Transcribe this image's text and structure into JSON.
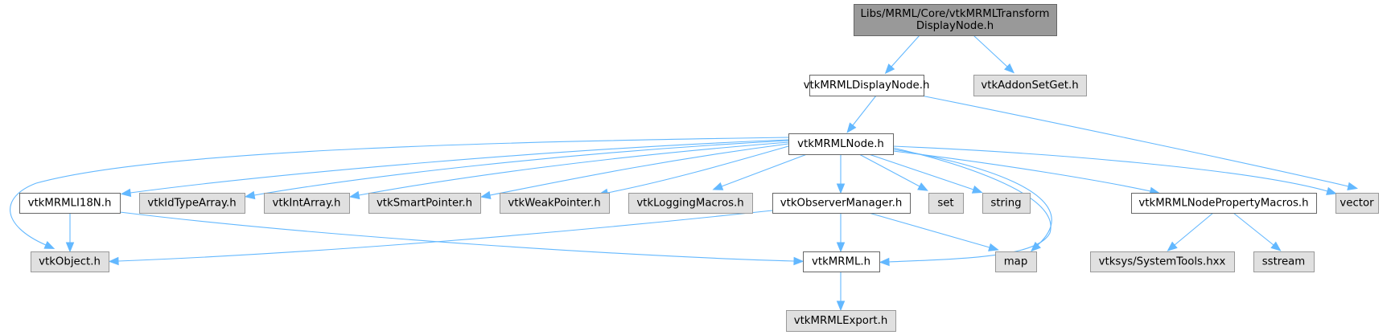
{
  "diagram": {
    "type": "include-dependency-graph",
    "colors": {
      "root_fill": "#999999",
      "root_stroke": "#666666",
      "documented_fill": "#ffffff",
      "documented_stroke": "#666666",
      "external_fill": "#e0e0e0",
      "external_stroke": "#999999",
      "edge": "#63b8ff"
    },
    "nodes": [
      {
        "id": "root",
        "lines": [
          "Libs/MRML/Core/vtkMRMLTransform",
          "DisplayNode.h"
        ],
        "kind": "root"
      },
      {
        "id": "displaynode",
        "lines": [
          "vtkMRMLDisplayNode.h"
        ],
        "kind": "documented"
      },
      {
        "id": "addonsetget",
        "lines": [
          "vtkAddonSetGet.h"
        ],
        "kind": "external"
      },
      {
        "id": "mrmlnode",
        "lines": [
          "vtkMRMLNode.h"
        ],
        "kind": "documented"
      },
      {
        "id": "i18n",
        "lines": [
          "vtkMRMLI18N.h"
        ],
        "kind": "documented"
      },
      {
        "id": "idtypearray",
        "lines": [
          "vtkIdTypeArray.h"
        ],
        "kind": "external"
      },
      {
        "id": "intarray",
        "lines": [
          "vtkIntArray.h"
        ],
        "kind": "external"
      },
      {
        "id": "smartpointer",
        "lines": [
          "vtkSmartPointer.h"
        ],
        "kind": "external"
      },
      {
        "id": "weakpointer",
        "lines": [
          "vtkWeakPointer.h"
        ],
        "kind": "external"
      },
      {
        "id": "loggingmacros",
        "lines": [
          "vtkLoggingMacros.h"
        ],
        "kind": "external"
      },
      {
        "id": "observermanager",
        "lines": [
          "vtkObserverManager.h"
        ],
        "kind": "documented"
      },
      {
        "id": "set",
        "lines": [
          "set"
        ],
        "kind": "external"
      },
      {
        "id": "string",
        "lines": [
          "string"
        ],
        "kind": "external"
      },
      {
        "id": "propertymacros",
        "lines": [
          "vtkMRMLNodePropertyMacros.h"
        ],
        "kind": "documented"
      },
      {
        "id": "vector",
        "lines": [
          "vector"
        ],
        "kind": "external"
      },
      {
        "id": "object",
        "lines": [
          "vtkObject.h"
        ],
        "kind": "external"
      },
      {
        "id": "mrml",
        "lines": [
          "vtkMRML.h"
        ],
        "kind": "documented"
      },
      {
        "id": "map",
        "lines": [
          "map"
        ],
        "kind": "external"
      },
      {
        "id": "systemtools",
        "lines": [
          "vtksys/SystemTools.hxx"
        ],
        "kind": "external"
      },
      {
        "id": "sstream",
        "lines": [
          "sstream"
        ],
        "kind": "external"
      },
      {
        "id": "mrmlexport",
        "lines": [
          "vtkMRMLExport.h"
        ],
        "kind": "external"
      }
    ],
    "edges": [
      {
        "from": "root",
        "to": "displaynode"
      },
      {
        "from": "root",
        "to": "addonsetget"
      },
      {
        "from": "displaynode",
        "to": "mrmlnode"
      },
      {
        "from": "displaynode",
        "to": "vector"
      },
      {
        "from": "mrmlnode",
        "to": "i18n"
      },
      {
        "from": "mrmlnode",
        "to": "object"
      },
      {
        "from": "mrmlnode",
        "to": "idtypearray"
      },
      {
        "from": "mrmlnode",
        "to": "intarray"
      },
      {
        "from": "mrmlnode",
        "to": "smartpointer"
      },
      {
        "from": "mrmlnode",
        "to": "weakpointer"
      },
      {
        "from": "mrmlnode",
        "to": "loggingmacros"
      },
      {
        "from": "mrmlnode",
        "to": "observermanager"
      },
      {
        "from": "mrmlnode",
        "to": "set"
      },
      {
        "from": "mrmlnode",
        "to": "string"
      },
      {
        "from": "mrmlnode",
        "to": "mrml"
      },
      {
        "from": "mrmlnode",
        "to": "map"
      },
      {
        "from": "mrmlnode",
        "to": "propertymacros"
      },
      {
        "from": "mrmlnode",
        "to": "vector"
      },
      {
        "from": "i18n",
        "to": "object"
      },
      {
        "from": "i18n",
        "to": "mrml"
      },
      {
        "from": "observermanager",
        "to": "object"
      },
      {
        "from": "observermanager",
        "to": "mrml"
      },
      {
        "from": "observermanager",
        "to": "map"
      },
      {
        "from": "propertymacros",
        "to": "systemtools"
      },
      {
        "from": "propertymacros",
        "to": "sstream"
      },
      {
        "from": "mrml",
        "to": "mrmlexport"
      }
    ]
  }
}
